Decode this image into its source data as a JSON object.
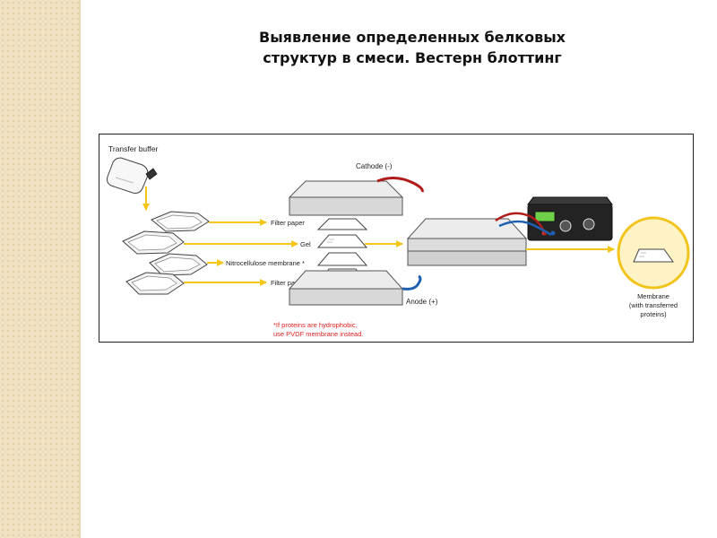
{
  "slide": {
    "title_line1": "Выявление определенных белковых",
    "title_line2": "структур в смеси. Вестерн блоттинг"
  },
  "diagram": {
    "transfer_buffer": "Transfer buffer",
    "cathode": "Cathode (-)",
    "anode": "Anode (+)",
    "filter_paper_top": "Filter paper",
    "gel": "Gel",
    "nitrocellulose": "Nitrocellulose membrane *",
    "filter_paper_bottom": "Filter paper",
    "note_line1": "*If proteins are hydrophobic,",
    "note_line2": "use PVDF membrane instead.",
    "membrane_line1": "Membrane",
    "membrane_line2": "(with transferred",
    "membrane_line3": "proteins)"
  },
  "colors": {
    "arrow": "#f5c518",
    "note": "#e02020",
    "circle_fill": "#fdf3c4",
    "circle_stroke": "#f2c41b",
    "cathode_wire": "#b01c1c",
    "anode_wire": "#1f5fb0"
  }
}
